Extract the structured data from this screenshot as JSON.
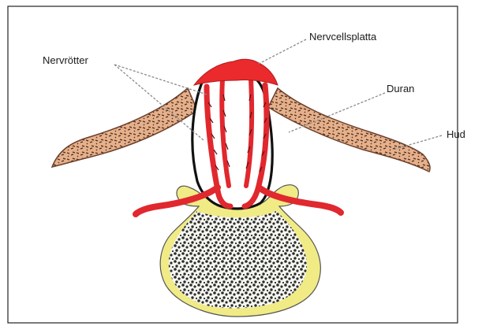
{
  "labels": {
    "nervcellsplatta": "Nervcellsplatta",
    "nervrotter": "Nervrötter",
    "duran": "Duran",
    "hud": "Hud"
  },
  "colors": {
    "skin": "#e6b08a",
    "skin_speckle": "#4a2e22",
    "nerve_red": "#e0282e",
    "neural_plate": "#ea2a2c",
    "dura_outline": "#111111",
    "vertebra_fill": "#f0eb85",
    "vertebra_speckle": "#2c2c2c",
    "leader_line": "#8a8a8a",
    "frame": "#222222"
  }
}
